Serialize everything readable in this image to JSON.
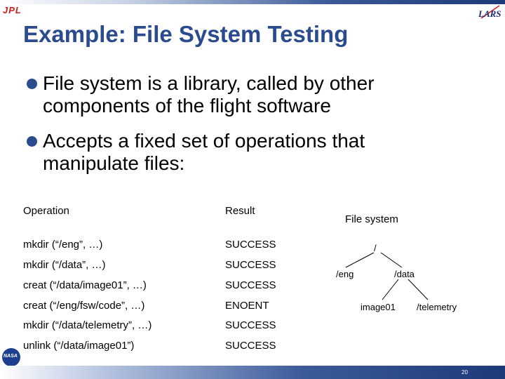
{
  "header": {
    "logo_left": "JPL",
    "logo_right": "LARS"
  },
  "slide": {
    "title": "Example:  File System Testing",
    "bullets": [
      {
        "line1": "File system is a library, called by other",
        "line2": "components of the flight software"
      },
      {
        "line1": "Accepts a fixed set of operations that",
        "line2": "manipulate files:"
      }
    ]
  },
  "table": {
    "headers": {
      "operation": "Operation",
      "result": "Result"
    },
    "rows": [
      {
        "operation": "mkdir (“/eng”, …)",
        "result": "SUCCESS"
      },
      {
        "operation": "mkdir (“/data”, …)",
        "result": "SUCCESS"
      },
      {
        "operation": "creat (“/data/image01”, …)",
        "result": "SUCCESS"
      },
      {
        "operation": "creat (“/eng/fsw/code”, …)",
        "result": "ENOENT"
      },
      {
        "operation": "mkdir (“/data/telemetry”, …)",
        "result": "SUCCESS"
      },
      {
        "operation": "unlink (“/data/image01”)",
        "result": "SUCCESS"
      }
    ]
  },
  "tree": {
    "label": "File system",
    "root": "/",
    "eng": "/eng",
    "data": "/data",
    "image": "image01",
    "telemetry": "/telemetry"
  },
  "footer": {
    "logo": "NASA",
    "page": "20"
  }
}
